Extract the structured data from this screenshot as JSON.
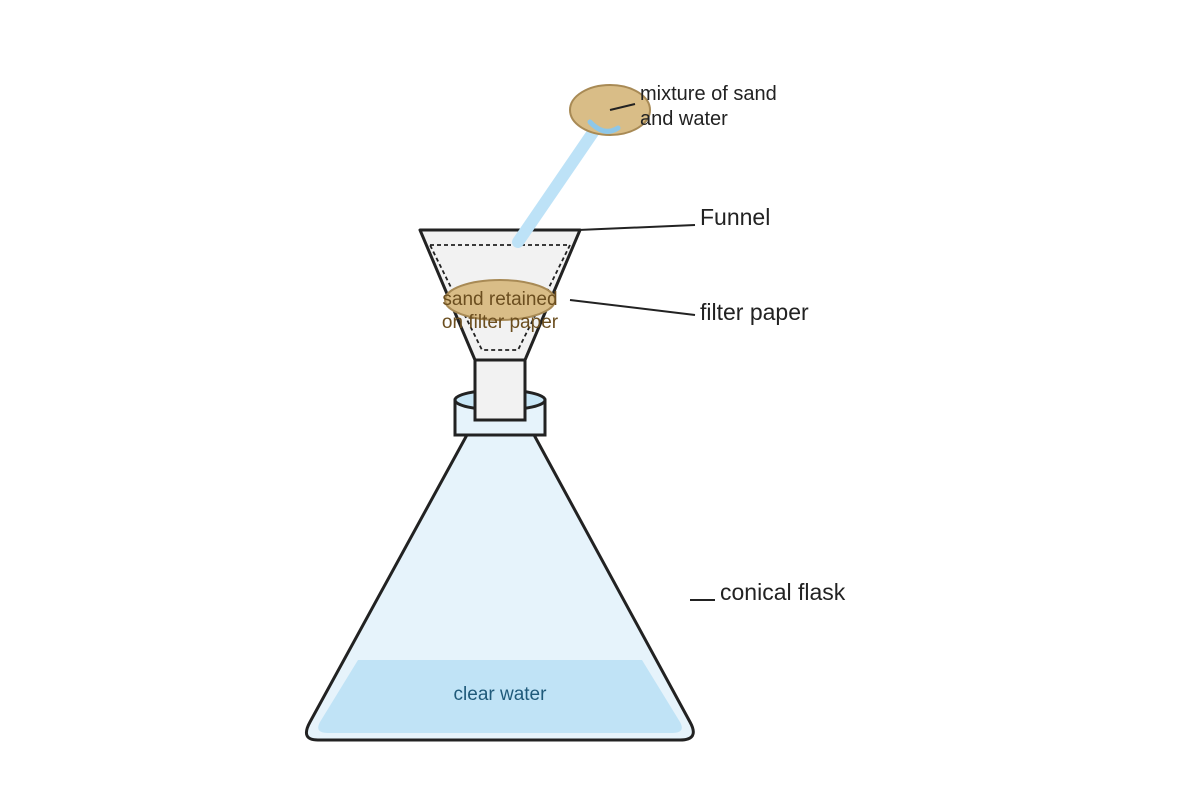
{
  "labels": {
    "mixture_line1": "mixture of sand",
    "mixture_line2": "and water",
    "funnel": "Funnel",
    "filter_paper": "filter paper",
    "conical_flask": "conical flask",
    "sand_line1": "sand retained",
    "sand_line2": "on filter paper",
    "clear_water": "clear water"
  },
  "colors": {
    "outline": "#222222",
    "flask_fill": "#e6f3fb",
    "water": "#c0e3f6",
    "water_text": "#1f5a7a",
    "stream": "#bde2f7",
    "sand": "#d9bd87",
    "sand_outline": "#a88a55",
    "sand_text": "#6b4e1f",
    "funnel_fill": "#f2f2f2"
  }
}
